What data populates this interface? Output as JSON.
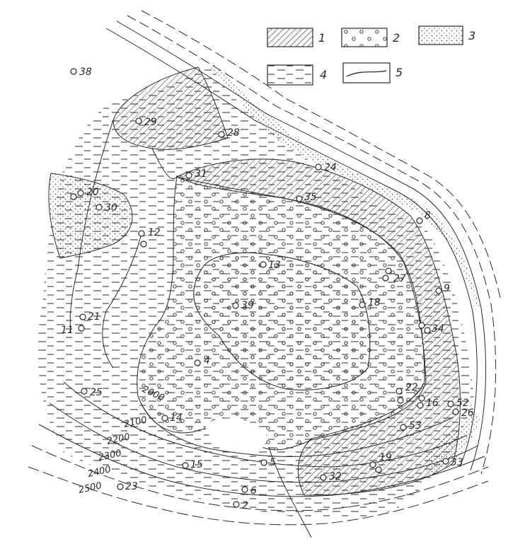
{
  "legend": [
    {
      "num": "1",
      "pattern": "hatched"
    },
    {
      "num": "2",
      "pattern": "circles"
    },
    {
      "num": "3",
      "pattern": "dots"
    },
    {
      "num": "4",
      "pattern": "dashes"
    },
    {
      "num": "5",
      "pattern": "line"
    }
  ],
  "contour_labels": [
    "2000",
    "2100",
    "2200",
    "2300",
    "2400",
    "2500"
  ],
  "wells": [
    {
      "id": "2",
      "label": "2"
    },
    {
      "id": "4",
      "label": "4"
    },
    {
      "id": "5",
      "label": "5"
    },
    {
      "id": "6",
      "label": "6"
    },
    {
      "id": "8",
      "label": "8"
    },
    {
      "id": "9",
      "label": "9"
    },
    {
      "id": "11",
      "label": "11"
    },
    {
      "id": "12",
      "label": "12"
    },
    {
      "id": "13",
      "label": "13"
    },
    {
      "id": "14",
      "label": "14"
    },
    {
      "id": "15",
      "label": "15"
    },
    {
      "id": "16",
      "label": "16"
    },
    {
      "id": "18",
      "label": "18"
    },
    {
      "id": "19",
      "label": "19"
    },
    {
      "id": "20",
      "label": "20"
    },
    {
      "id": "21",
      "label": "21"
    },
    {
      "id": "22",
      "label": "22"
    },
    {
      "id": "23",
      "label": "23"
    },
    {
      "id": "24",
      "label": "24"
    },
    {
      "id": "25",
      "label": "25"
    },
    {
      "id": "26",
      "label": "26"
    },
    {
      "id": "27",
      "label": "27"
    },
    {
      "id": "28",
      "label": "28"
    },
    {
      "id": "29",
      "label": "29"
    },
    {
      "id": "30",
      "label": "30"
    },
    {
      "id": "31",
      "label": "31"
    },
    {
      "id": "32",
      "label": "32"
    },
    {
      "id": "33",
      "label": "33"
    },
    {
      "id": "34",
      "label": "34"
    },
    {
      "id": "35",
      "label": "35"
    },
    {
      "id": "38",
      "label": "38"
    },
    {
      "id": "39",
      "label": "39"
    },
    {
      "id": "52",
      "label": "52"
    },
    {
      "id": "53",
      "label": "53"
    }
  ],
  "colors": {
    "ink": "#2a2a2a",
    "paper": "#ffffff"
  }
}
